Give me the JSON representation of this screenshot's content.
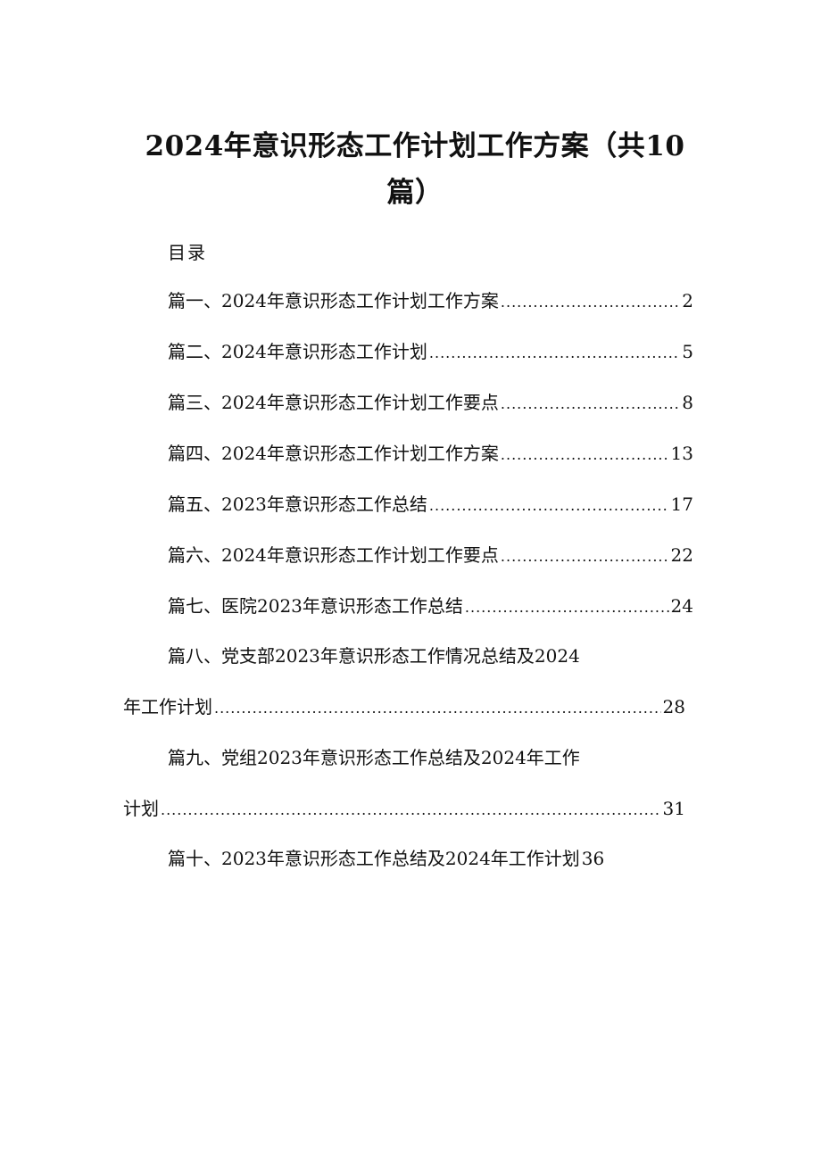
{
  "document": {
    "title_line1": "2024年意识形态工作计划工作方案（共10",
    "title_line2": "篇）",
    "toc_heading": "目录",
    "toc": [
      {
        "text": "篇一、2024年意识形态工作计划工作方案",
        "page": "2"
      },
      {
        "text": "篇二、2024年意识形态工作计划",
        "page": "5"
      },
      {
        "text": "篇三、2024年意识形态工作计划工作要点",
        "page": "8"
      },
      {
        "text": "篇四、2024年意识形态工作计划工作方案",
        "page": "13"
      },
      {
        "text": "篇五、2023年意识形态工作总结",
        "page": "17"
      },
      {
        "text": "篇六、2024年意识形态工作计划工作要点",
        "page": "22"
      },
      {
        "text": "篇七、医院2023年意识形态工作总结",
        "page": "24"
      },
      {
        "text_line1": "篇八、党支部2023年意识形态工作情况总结及2024",
        "text_line2": "年工作计划",
        "page": "28"
      },
      {
        "text_line1": "篇九、党组2023年意识形态工作总结及2024年工作",
        "text_line2": "计划",
        "page": "31"
      },
      {
        "text": "篇十、2023年意识形态工作总结及2024年工作计划",
        "page": "36"
      }
    ]
  }
}
